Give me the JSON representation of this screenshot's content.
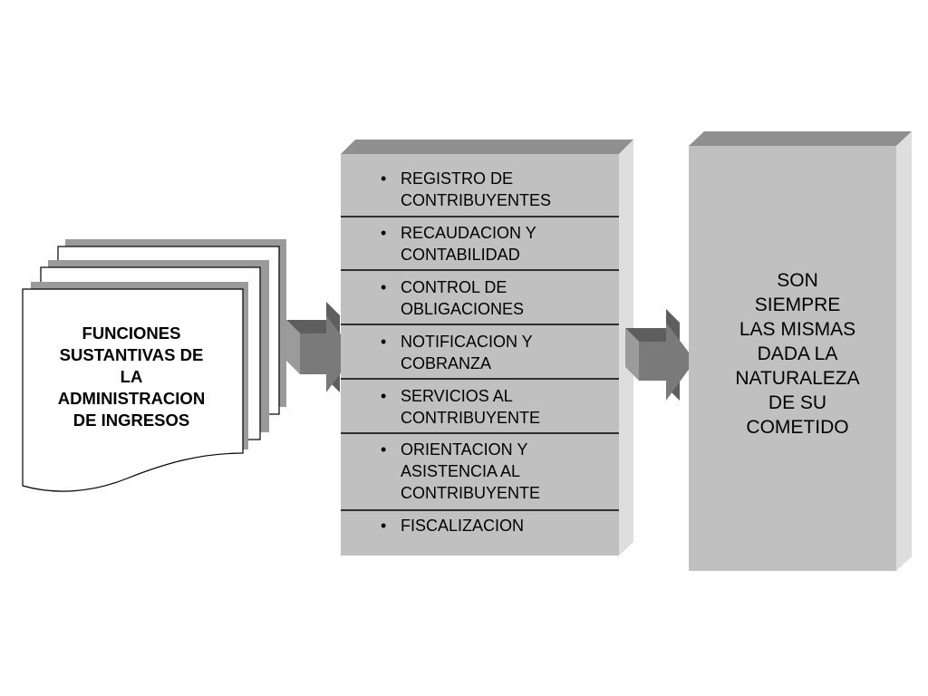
{
  "documents": {
    "title_lines": [
      "FUNCIONES",
      "SUSTANTIVAS DE",
      "LA",
      "ADMINISTRACION",
      "DE INGRESOS"
    ]
  },
  "functions": {
    "bullet": "•",
    "items": [
      [
        "REGISTRO DE",
        "CONTRIBUYENTES"
      ],
      [
        "RECAUDACION Y",
        "CONTABILIDAD"
      ],
      [
        "CONTROL DE",
        "OBLIGACIONES"
      ],
      [
        "NOTIFICACION Y",
        "COBRANZA"
      ],
      [
        "SERVICIOS AL",
        "CONTRIBUYENTE"
      ],
      [
        "ORIENTACION Y",
        "ASISTENCIA AL",
        "CONTRIBUYENTE"
      ],
      [
        "FISCALIZACION"
      ]
    ]
  },
  "result": {
    "lines": [
      "SON",
      "SIEMPRE",
      "LAS MISMAS",
      "DADA LA",
      "NATURALEZA",
      "DE SU",
      "COMETIDO"
    ]
  },
  "colors": {
    "box_face": "#c0c0c0",
    "box_top": "#8f8f8f",
    "box_side": "#dedede",
    "doc_shadow": "#9a9a9a",
    "arrow_face": "#7a7a7a",
    "arrow_top": "#5e5e5e",
    "arrow_side": "#9b9b9b",
    "divider": "#000000"
  }
}
